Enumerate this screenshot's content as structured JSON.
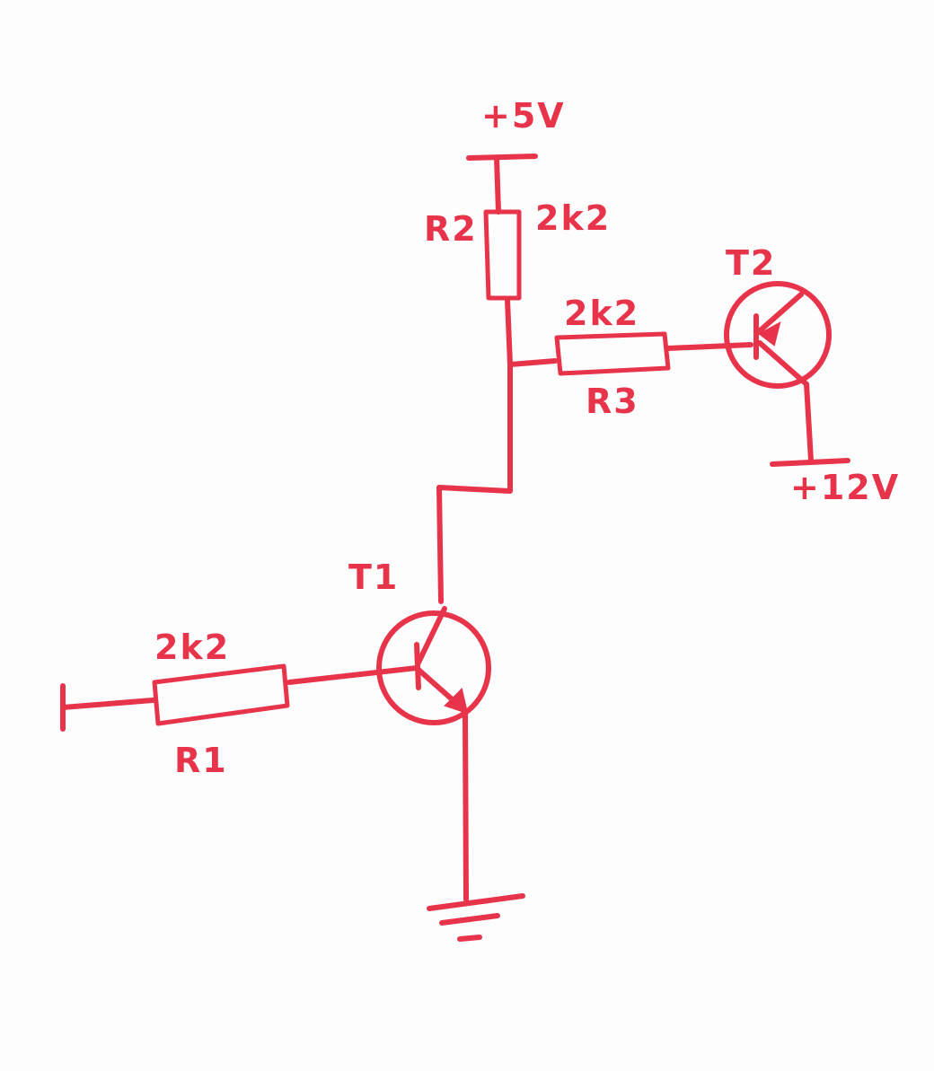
{
  "ink_color": "#e8344b",
  "paper_color": "#fdfdfd",
  "labels": {
    "supply_5v": "+5V",
    "supply_12v": "+12V",
    "r1_name": "R1",
    "r1_value": "2k2",
    "r2_name": "R2",
    "r2_value": "2k2",
    "r3_name": "R3",
    "r3_value": "2k2",
    "t1_name": "T1",
    "t2_name": "T2"
  },
  "components": [
    {
      "ref": "R1",
      "type": "resistor",
      "value": "2k2"
    },
    {
      "ref": "R2",
      "type": "resistor",
      "value": "2k2"
    },
    {
      "ref": "R3",
      "type": "resistor",
      "value": "2k2"
    },
    {
      "ref": "T1",
      "type": "npn-transistor"
    },
    {
      "ref": "T2",
      "type": "pnp-transistor"
    }
  ]
}
